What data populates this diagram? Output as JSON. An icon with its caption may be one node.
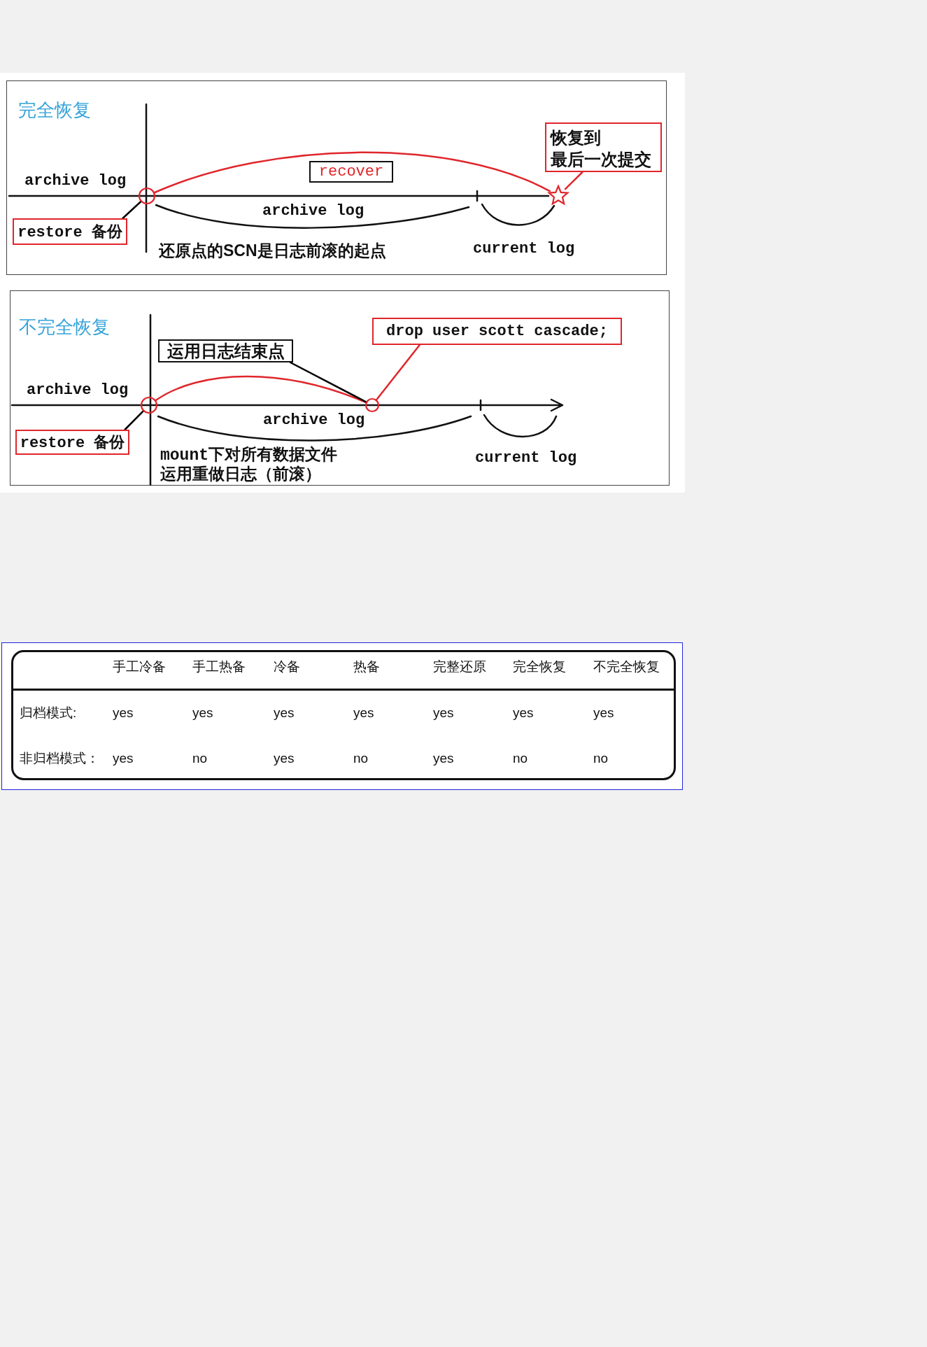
{
  "diagram": {
    "nodes": [
      {
        "text": [
          "完全恢复"
        ]
      },
      {
        "text": [
          "restore 备份"
        ],
        "in": 0
      },
      {
        "text": [],
        "shape": "circle",
        "in": 0
      },
      {
        "text": [
          "recover"
        ],
        "in": 0
      },
      {
        "text": [
          "恢复到最后一次提交"
        ],
        "in": 0
      },
      {
        "text": [],
        "shape": "star",
        "in": 0
      },
      {
        "text": [
          "不完全恢复"
        ]
      },
      {
        "text": [
          "restore 备份"
        ],
        "in": 6
      },
      {
        "text": [],
        "shape": "circle",
        "in": 6
      },
      {
        "text": [
          "运用日志结束点"
        ],
        "in": 6
      },
      {
        "text": [],
        "shape": "circle",
        "in": 6
      },
      {
        "text": [
          "drop user scott cascade;"
        ],
        "in": 6
      }
    ],
    "edges": [
      {
        "from": 1,
        "to": 2,
        "arrow": "none",
        "color": "#000000"
      },
      {
        "from": 2,
        "to": 5,
        "arrow": "none"
      },
      {
        "from": 4,
        "to": 5,
        "arrow": "none"
      },
      {
        "from": 7,
        "to": 8,
        "arrow": "none",
        "color": "#000000"
      },
      {
        "from": 8,
        "to": 10,
        "arrow": "none"
      },
      {
        "from": 9,
        "to": 10,
        "arrow": "none",
        "color": "#000000"
      },
      {
        "from": 11,
        "to": 10,
        "arrow": "none"
      }
    ],
    "labels": [
      "archive log",
      "archive log",
      "还原点的SCN是日志前滚的起点",
      "current log",
      "archive log",
      "archive log",
      "mount下对所有数据文件运用重做日志（前滚）",
      "current log",
      "手工冷备",
      "手工热备",
      "冷备",
      "热备",
      "完整还原",
      "完全恢复",
      "不完全恢复",
      "归档模式:",
      "yes",
      "yes",
      "yes",
      "yes",
      "yes",
      "yes",
      "yes",
      "非归档模式：",
      "yes",
      "no",
      "yes",
      "no",
      "yes",
      "no",
      "no"
    ]
  }
}
